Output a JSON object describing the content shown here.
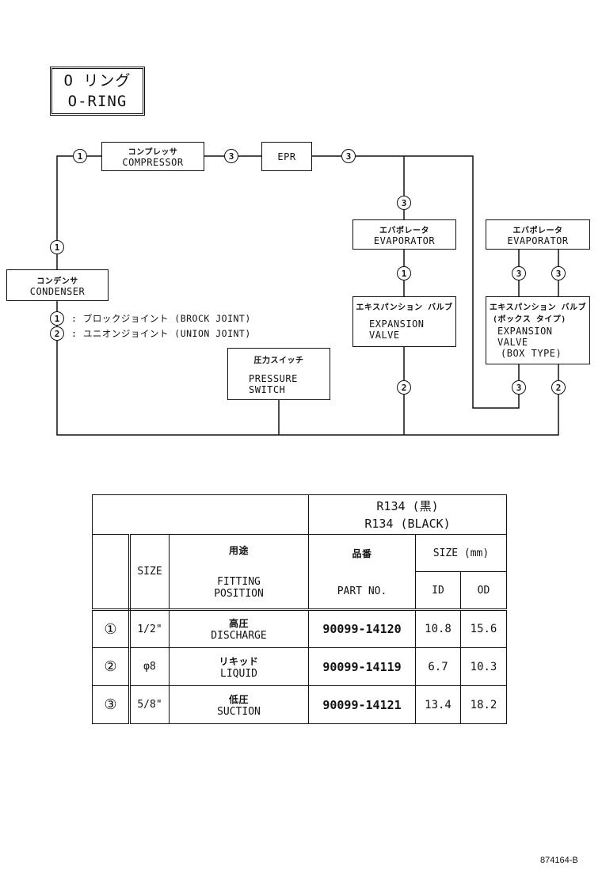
{
  "title": {
    "jp": "O リング",
    "en": "O-RING"
  },
  "components": {
    "compressor": {
      "jp": "コンプレッサ",
      "en": "COMPRESSOR"
    },
    "epr": {
      "en": "EPR"
    },
    "condenser": {
      "jp": "コンデンサ",
      "en": "CONDENSER"
    },
    "evaporator_front": {
      "jp": "エバポレータ",
      "en": "EVAPORATOR"
    },
    "expansion_valve": {
      "jp": "エキスパンション バルブ",
      "en1": "EXPANSION",
      "en2": "VALVE"
    },
    "evaporator_rear": {
      "jp": "エバポレータ",
      "en": "EVAPORATOR"
    },
    "expansion_valve_box": {
      "jp1": "エキスパンション バルブ",
      "jp2": "(ボックス タイプ)",
      "en1": "EXPANSION",
      "en2": "VALVE",
      "en3": "(BOX TYPE)"
    },
    "pressure_switch": {
      "jp": "圧力スイッチ",
      "en1": "PRESSURE",
      "en2": "SWITCH"
    }
  },
  "markers": {
    "cond_top": "1",
    "comp_in": "1",
    "comp_out": "3",
    "epr_out": "3",
    "evap_front_in": "3",
    "evap_front_valve": "1",
    "valve_front_out": "2",
    "evap_rear_l": "3",
    "evap_rear_r": "3",
    "valve_box_l": "3",
    "valve_box_r": "2"
  },
  "legend": [
    {
      "num": "1",
      "text": ": ブロックジョイント (BROCK JOINT)"
    },
    {
      "num": "2",
      "text": ": ユニオンジョイント (UNION JOINT)"
    }
  ],
  "table": {
    "refrigerant_jp": "R134 (黒)",
    "refrigerant_en": "R134 (BLACK)",
    "headers": {
      "size": "SIZE",
      "fitting_jp": "用途",
      "fitting_en1": "FITTING",
      "fitting_en2": "POSITION",
      "part_jp": "品番",
      "part_en": "PART NO.",
      "size_mm": "SIZE (mm)",
      "id": "ID",
      "od": "OD"
    },
    "rows": [
      {
        "num": "①",
        "size": "1/2\"",
        "pos_jp": "高圧",
        "pos_en": "DISCHARGE",
        "part": "90099-14120",
        "id": "10.8",
        "od": "15.6"
      },
      {
        "num": "②",
        "size": "φ8",
        "pos_jp": "リキッド",
        "pos_en": "LIQUID",
        "part": "90099-14119",
        "id": "6.7",
        "od": "10.3"
      },
      {
        "num": "③",
        "size": "5/8\"",
        "pos_jp": "低圧",
        "pos_en": "SUCTION",
        "part": "90099-14121",
        "id": "13.4",
        "od": "18.2"
      }
    ]
  },
  "figure_id": "874164-B"
}
